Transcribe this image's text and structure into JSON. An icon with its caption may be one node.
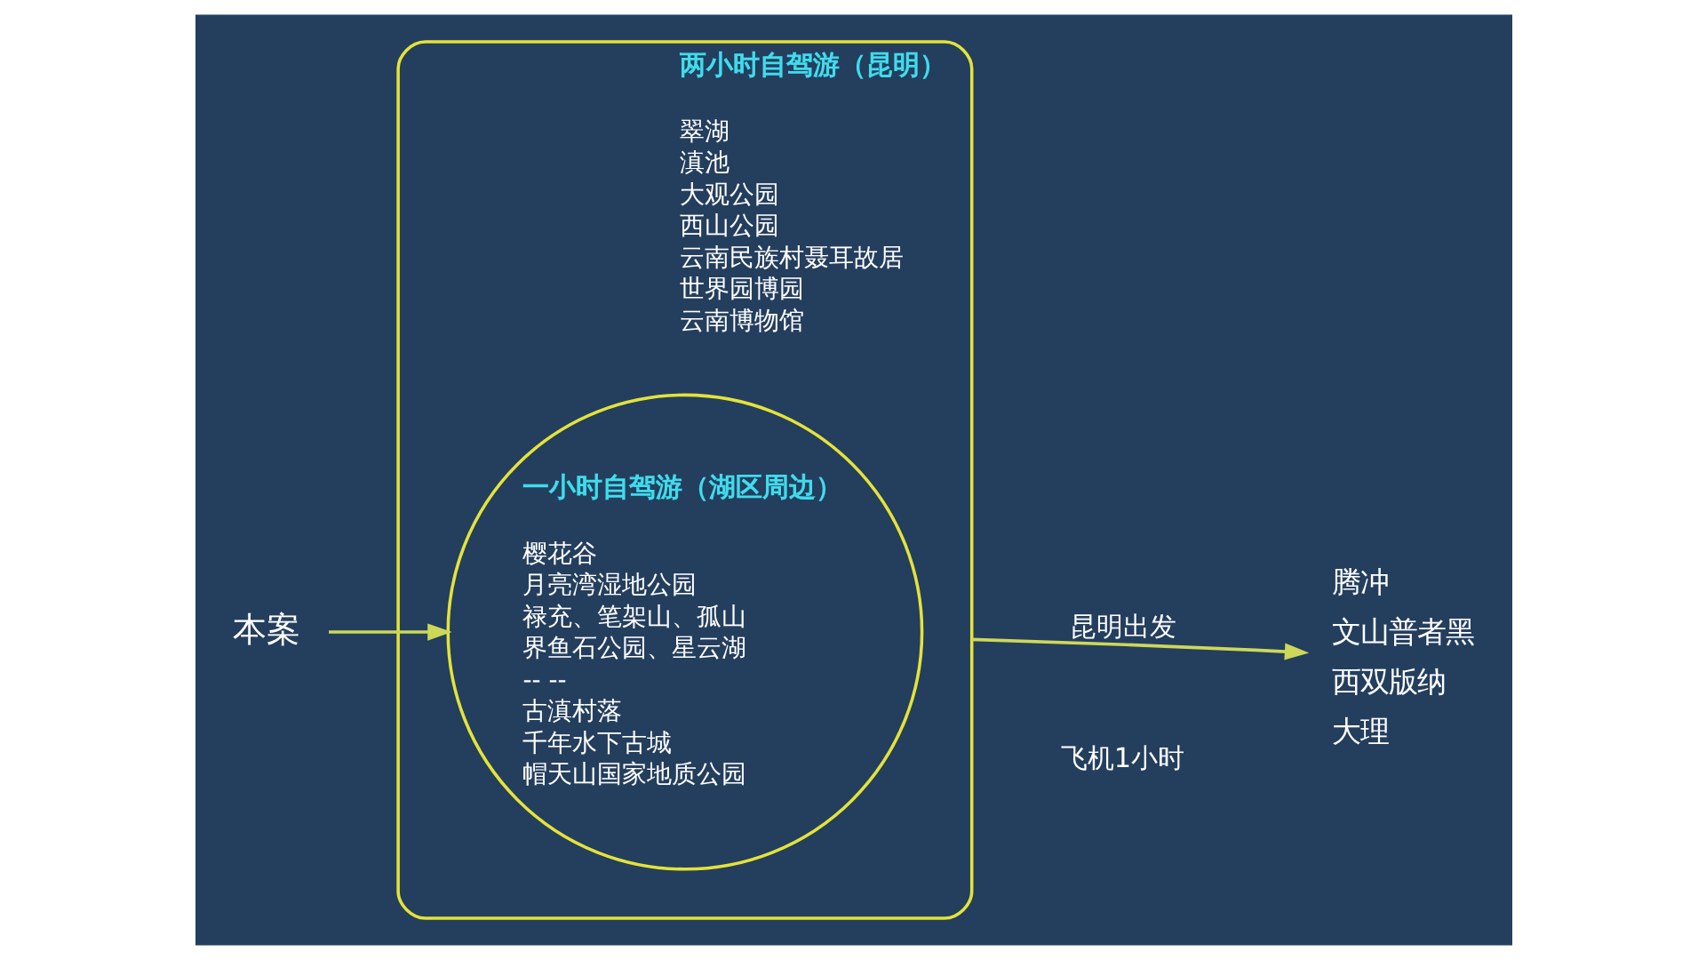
{
  "diagram": {
    "nodes": [
      {
        "text": [
          "本案"
        ]
      },
      {
        "text": [
          "两小时自驾游（昆明）",
          "翠湖",
          "滇池",
          "大观公园",
          "西山公园",
          "云南民族村聂耳故居",
          "世界园博园",
          "云南博物馆"
        ]
      },
      {
        "text": [
          "一小时自驾游（湖区周边）",
          "樱花谷",
          "月亮湾湿地公园",
          "禄充、笔架山、孤山",
          "界鱼石公园、星云湖",
          "-- --",
          "古滇村落",
          "千年水下古城",
          "帽天山国家地质公园"
        ],
        "in": 1
      },
      {
        "text": [
          "腾冲",
          "文山普者黑",
          "西双版纳",
          "大理"
        ]
      }
    ],
    "edges": [
      {
        "from": 0,
        "to": 2,
        "arrow": "to"
      },
      {
        "from": 1,
        "to": 3,
        "arrow": "to",
        "label": "昆明出发"
      }
    ],
    "labels": [
      "飞机1小时"
    ]
  }
}
